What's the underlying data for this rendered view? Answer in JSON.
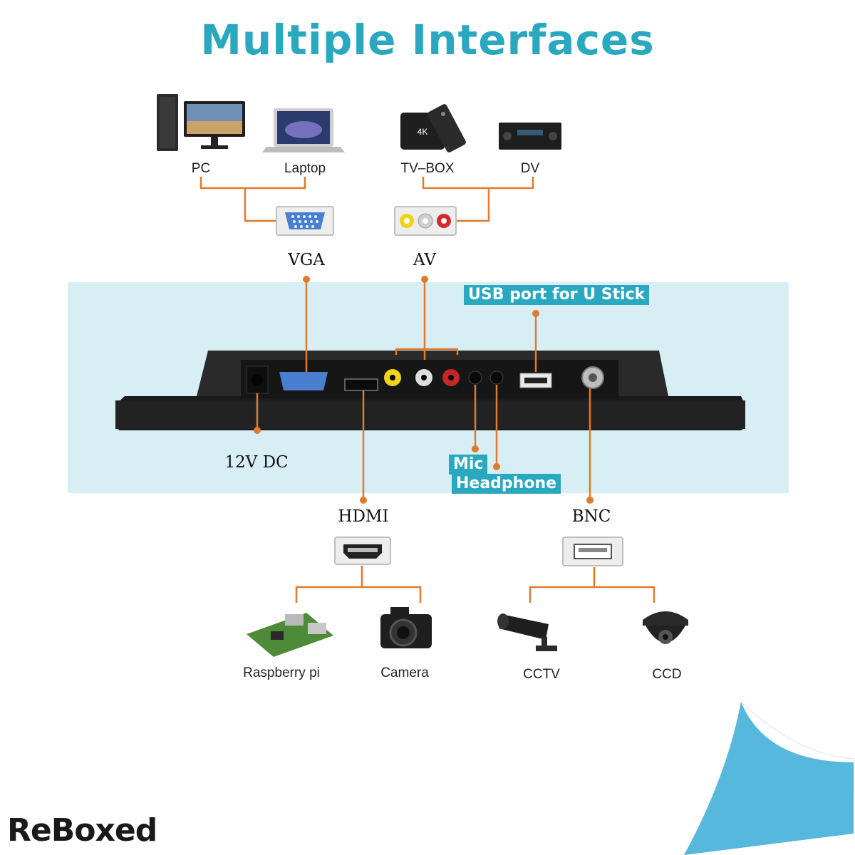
{
  "title": "Multiple Interfaces",
  "devices_top": {
    "pc": "PC",
    "laptop": "Laptop",
    "tvbox": "TV–BOX",
    "dv": "DV"
  },
  "ports": {
    "vga": "VGA",
    "av": "AV",
    "usb": "USB port for U Stick",
    "dc": "12V DC",
    "mic": "Mic",
    "headphone": "Headphone",
    "hdmi": "HDMI",
    "bnc": "BNC"
  },
  "devices_bottom": {
    "raspberry": "Raspberry pi",
    "camera": "Camera",
    "cctv": "CCTV",
    "ccd": "CCD"
  },
  "brand": "ReBoxed",
  "colors": {
    "accent": "#2aa8c0",
    "line": "#e07a2c",
    "band": "#d6eef4"
  }
}
